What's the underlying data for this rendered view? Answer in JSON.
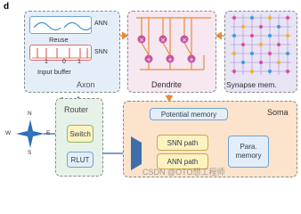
{
  "panel_label": "d",
  "axon": {
    "title": "Axon",
    "reuse_label": "Reuse",
    "ann_label": "ANN",
    "snn_label": "SNN",
    "spike_digits": [
      "1",
      "0",
      "1"
    ],
    "input_buffer_label": "Input buffer"
  },
  "dendrite": {
    "title": "Dendrite"
  },
  "synapse": {
    "title": "Synapse mem."
  },
  "router": {
    "title": "Router",
    "switch_label": "Switch",
    "rlut_label": "RLUT",
    "compass": {
      "n": "N",
      "s": "S",
      "w": "W",
      "e": "E"
    }
  },
  "soma": {
    "title": "Soma",
    "potential_memory_label": "Potential memory",
    "snn_path_label": "SNN path",
    "ann_path_label": "ANN path",
    "para_memory_label_line1": "Para.",
    "para_memory_label_line2": "memory"
  },
  "watermark": "CSDN @OTO想工程师",
  "colors": {
    "axon_fill": "#e4eef8",
    "dendrite_fill": "#f6e7f1",
    "soma_fill": "#fbe3cc",
    "orange_arrow": "#e88a3c",
    "blue_accent": "#4f7fbf",
    "purple_node": "#c7529f",
    "yellow_pill": "#fdf2c0"
  }
}
